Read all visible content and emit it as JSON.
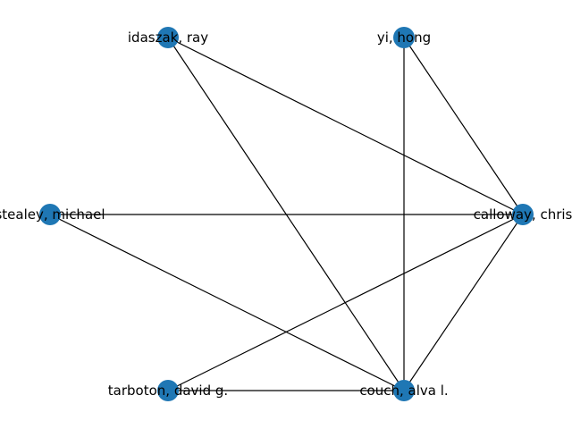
{
  "graph": {
    "node_color": "#1f77b4",
    "edge_color": "#000000",
    "nodes": [
      {
        "id": "idaszak",
        "label": "idaszak, ray"
      },
      {
        "id": "yi",
        "label": "yi, hong"
      },
      {
        "id": "stealey",
        "label": "stealey, michael"
      },
      {
        "id": "calloway",
        "label": "calloway, chris"
      },
      {
        "id": "tarboton",
        "label": "tarboton, david g."
      },
      {
        "id": "couch",
        "label": "couch, alva l."
      }
    ],
    "edges": [
      [
        "idaszak",
        "calloway"
      ],
      [
        "idaszak",
        "couch"
      ],
      [
        "yi",
        "calloway"
      ],
      [
        "yi",
        "couch"
      ],
      [
        "stealey",
        "calloway"
      ],
      [
        "stealey",
        "couch"
      ],
      [
        "calloway",
        "tarboton"
      ],
      [
        "calloway",
        "couch"
      ],
      [
        "tarboton",
        "couch"
      ]
    ]
  }
}
